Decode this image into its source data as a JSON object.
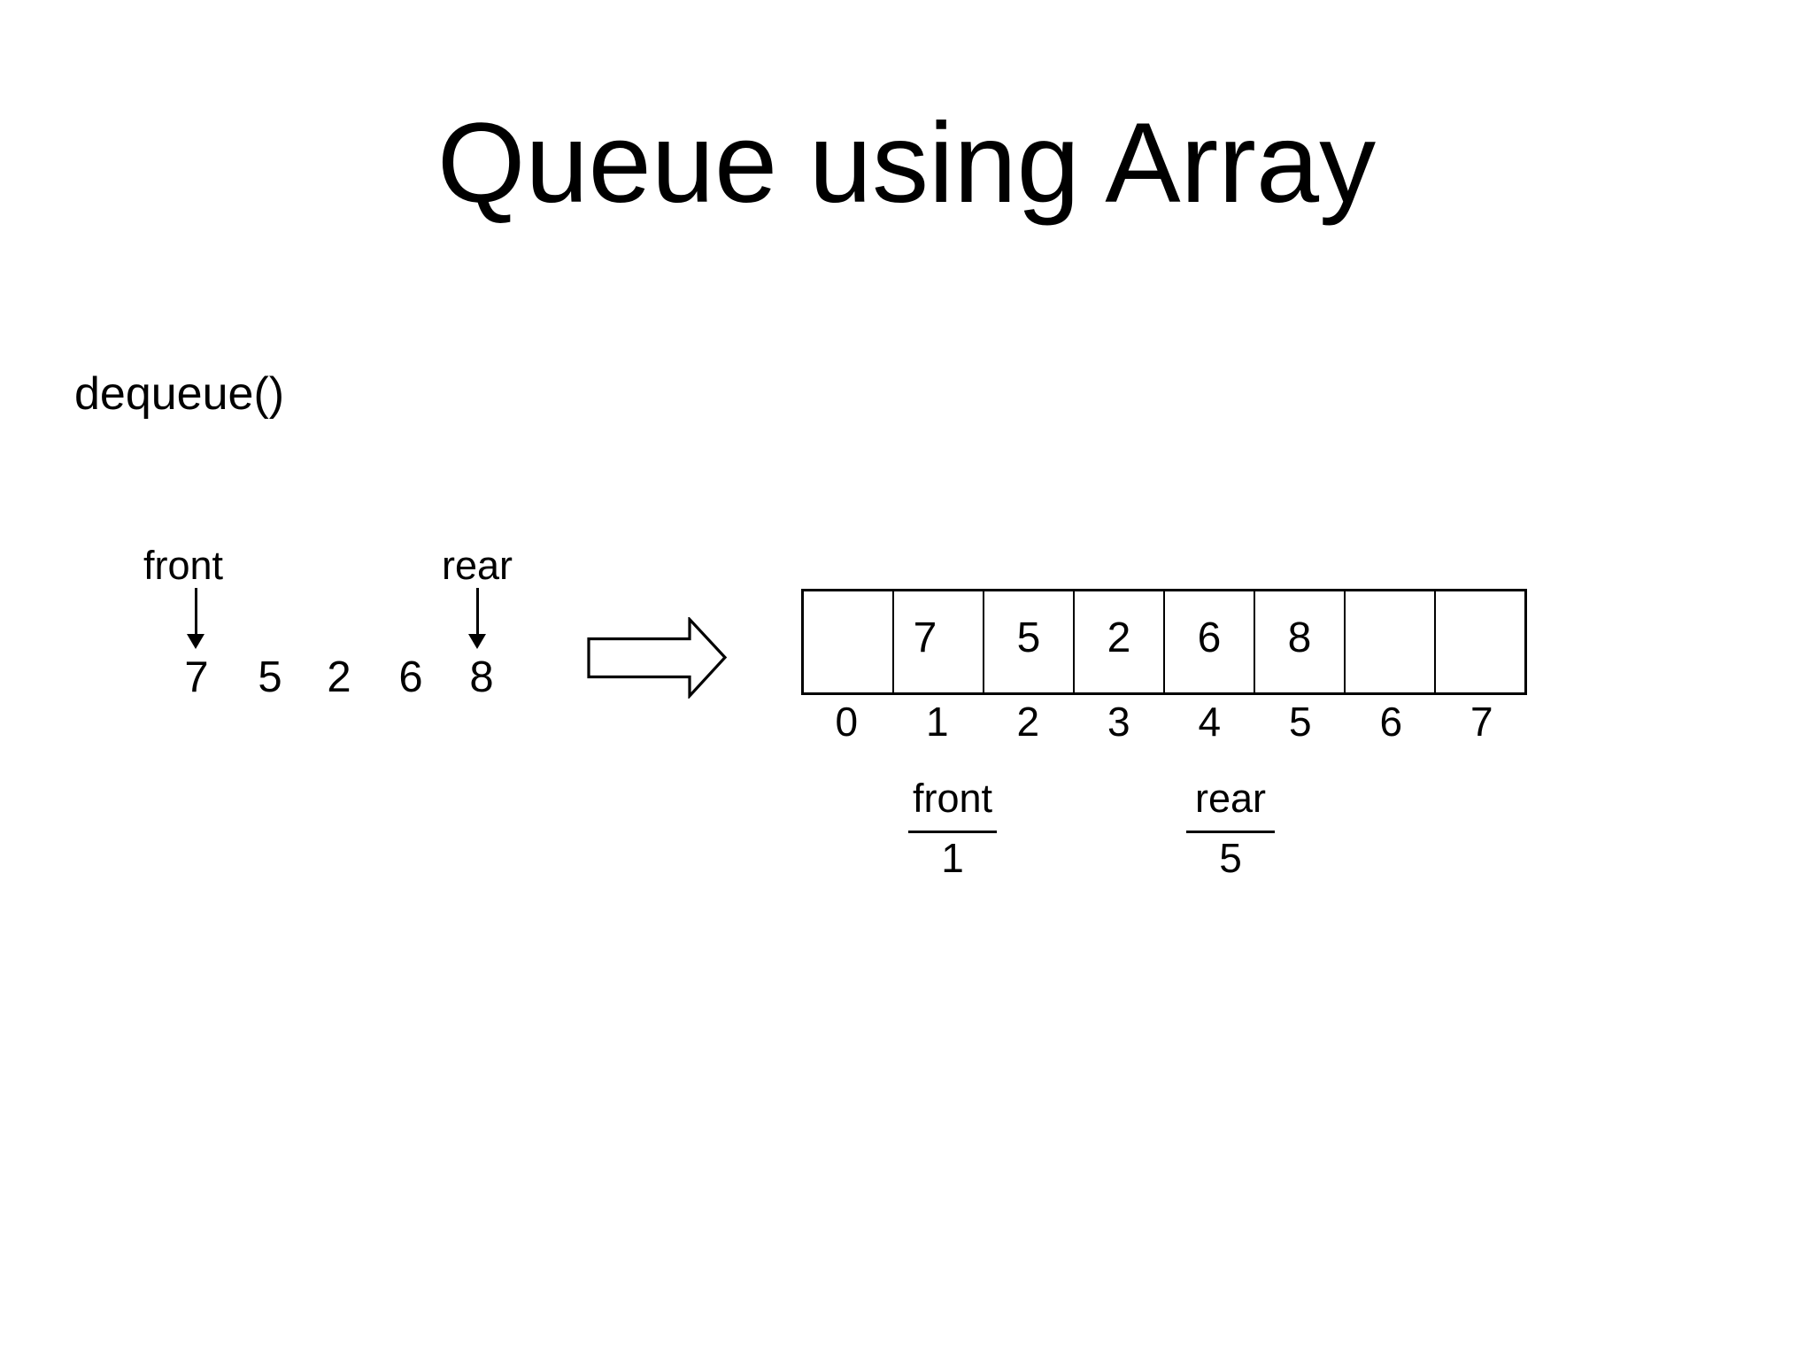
{
  "slide": {
    "title": "Queue using Array",
    "background_color": "#ffffff",
    "text_color": "#000000"
  },
  "operation": {
    "label": "dequeue()"
  },
  "queue_diagram": {
    "front_label": "front",
    "rear_label": "rear",
    "values": [
      "7",
      "5",
      "2",
      "6",
      "8"
    ]
  },
  "array_diagram": {
    "cells": [
      "",
      "7",
      "5",
      "2",
      "6",
      "8",
      "",
      ""
    ],
    "indices": [
      "0",
      "1",
      "2",
      "3",
      "4",
      "5",
      "6",
      "7"
    ],
    "front_pointer": {
      "label": "front",
      "value": "1"
    },
    "rear_pointer": {
      "label": "rear",
      "value": "5"
    }
  }
}
